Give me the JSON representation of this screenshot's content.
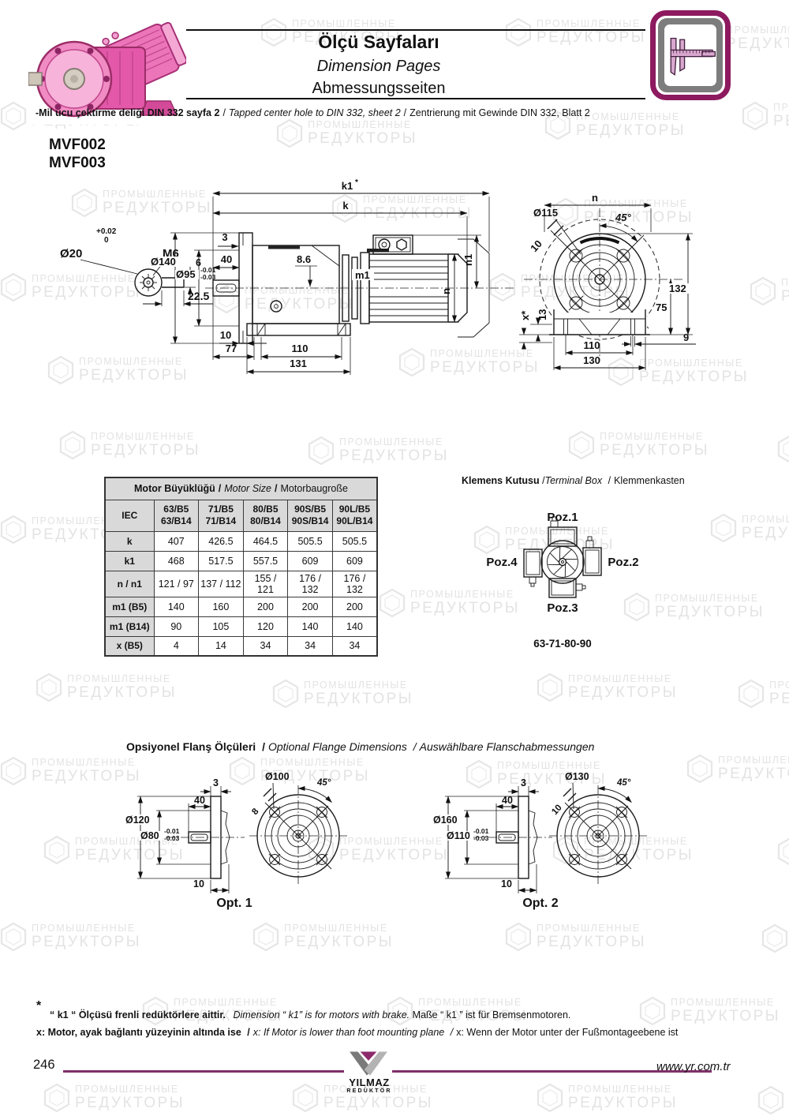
{
  "watermark": {
    "line1": "ПРОМЫШЛЕННЫЕ",
    "line2": "РЕДУКТОРЫ"
  },
  "header": {
    "title_tr": "Ölçü Sayfaları",
    "title_en": "Dimension Pages",
    "title_de": "Abmessungsseiten",
    "sep": "/",
    "note_tr": "-Mil ucu çektirme deliği DIN 332 sayfa 2",
    "note_en": "Tapped center hole to DIN 332, sheet 2",
    "note_de": "Zentrierung mit Gewinde DIN 332, Blatt 2"
  },
  "models": {
    "m1": "MVF002",
    "m2": "MVF003"
  },
  "drawing": {
    "shaft_detail": {
      "tol_plus": "+0.02",
      "tol_zero": "0",
      "dia": "Ø20",
      "thread": "M6",
      "key": "6",
      "len": "22.5"
    },
    "side": {
      "k1": "k1",
      "star": "*",
      "k": "k",
      "d3": "3",
      "d40": "40",
      "dia140": "Ø140",
      "dia95": "Ø95",
      "tol_a": "-0.01",
      "tol_b": "-0.03",
      "d86": "8.6",
      "m1": "m1",
      "n": "n",
      "n1": "n1",
      "d10": "10",
      "d77": "77",
      "d110": "110",
      "d131": "131"
    },
    "front": {
      "n": "n",
      "dia115": "Ø115",
      "ang": "45°",
      "d10": "10",
      "x": "x*",
      "d13": "13",
      "d132": "132",
      "d75": "75",
      "d9": "9",
      "d110": "110",
      "d130": "130"
    }
  },
  "size_table": {
    "title_tr": "Motor Büyüklüğü",
    "title_en": "Motor Size",
    "title_de": "Motorbaugroße",
    "sep": "/",
    "corner": "IEC",
    "cols": [
      {
        "a": "63/B5",
        "b": "63/B14"
      },
      {
        "a": "71/B5",
        "b": "71/B14"
      },
      {
        "a": "80/B5",
        "b": "80/B14"
      },
      {
        "a": "90S/B5",
        "b": "90S/B14"
      },
      {
        "a": "90L/B5",
        "b": "90L/B14"
      }
    ],
    "rows": [
      {
        "label": "k",
        "v": [
          "407",
          "426.5",
          "464.5",
          "505.5",
          "505.5"
        ]
      },
      {
        "label": "k1",
        "v": [
          "468",
          "517.5",
          "557.5",
          "609",
          "609"
        ]
      },
      {
        "label": "n / n1",
        "v": [
          "121 / 97",
          "137 / 112",
          "155 / 121",
          "176 / 132",
          "176 / 132"
        ]
      },
      {
        "label": "m1 (B5)",
        "v": [
          "140",
          "160",
          "200",
          "200",
          "200"
        ]
      },
      {
        "label": "m1 (B14)",
        "v": [
          "90",
          "105",
          "120",
          "140",
          "140"
        ]
      },
      {
        "label": "x (B5)",
        "v": [
          "4",
          "14",
          "34",
          "34",
          "34"
        ]
      }
    ]
  },
  "terminal_box": {
    "heading_tr": "Klemens Kutusu",
    "heading_en": "Terminal Box",
    "heading_de": "Klemmenkasten",
    "sep": "/",
    "poz1": "Poz.1",
    "poz2": "Poz.2",
    "poz3": "Poz.3",
    "poz4": "Poz.4",
    "sizes": "63-71-80-90"
  },
  "flange": {
    "heading_tr": "Opsiyonel Flanş Ölçüleri",
    "heading_en": "Optional Flange Dimensions",
    "heading_de": "Auswählbare Flanschabmessungen",
    "sep": "/",
    "opt1": {
      "label": "Opt. 1",
      "d3": "3",
      "d40": "40",
      "dia_out": "Ø120",
      "dia_hub": "Ø80",
      "tol_a": "-0.01",
      "tol_b": "-0.03",
      "d10": "10",
      "dia_bc": "Ø100",
      "ang": "45°",
      "hole": "8"
    },
    "opt2": {
      "label": "Opt. 2",
      "d3": "3",
      "d40": "40",
      "dia_out": "Ø160",
      "dia_hub": "Ø110",
      "tol_a": "-0.01",
      "tol_b": "-0.03",
      "d10": "10",
      "dia_bc": "Ø130",
      "ang": "45°",
      "hole": "10"
    }
  },
  "footnotes": {
    "star": "*",
    "l1_tr": "“ k1 “ Ölçüsü frenli redüktörlere aittir.",
    "l1_en": "Dimension “ k1” is for motors with brake.",
    "l1_de": "Maße “ k1 ” ist für Bremsenmotoren.",
    "sep": "/",
    "l2_tr": "x: Motor, ayak bağlantı yüzeyinin altında ise",
    "l2_en": "x: If Motor is lower than foot mounting plane",
    "l2_de": "x: Wenn der Motor unter der Fußmontageebene ist"
  },
  "footer": {
    "page": "246",
    "logo_line1": "YILMAZ",
    "logo_line2": "REDÜKTÖR",
    "url": "www.yr.com.tr"
  },
  "colors": {
    "accent": "#8d1a5f",
    "footer_rule": "#7d3069",
    "motor_pink": "#e358a8",
    "table_header_bg": "#d9d9d9"
  }
}
